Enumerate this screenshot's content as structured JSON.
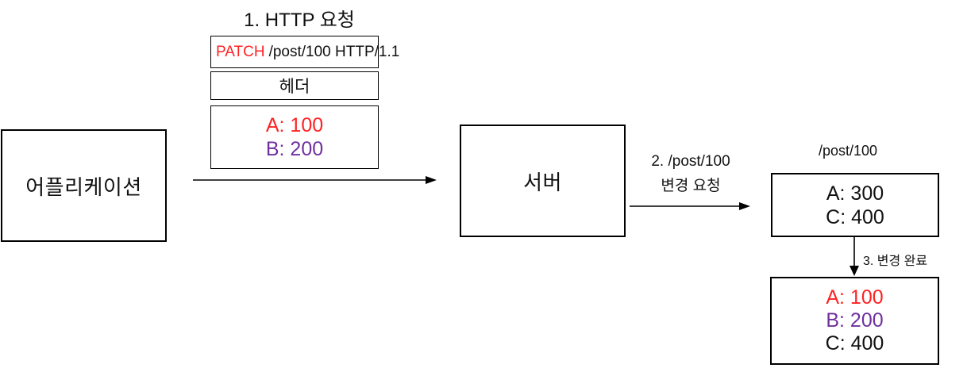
{
  "colors": {
    "red": "#ff2222",
    "purple": "#7030a0",
    "black": "#111111",
    "border": "#000000",
    "background": "#ffffff"
  },
  "http_request": {
    "title": "1. HTTP 요청",
    "request_line": {
      "method": "PATCH",
      "target": "/post/100 HTTP/1.1"
    },
    "header_label": "헤더",
    "body": {
      "line1": "A: 100",
      "line2": "B: 200"
    }
  },
  "nodes": {
    "application": "어플리케이션",
    "server": "서버"
  },
  "step2": {
    "line1": "2. /post/100",
    "line2": "변경 요청"
  },
  "resource": {
    "path_label": "/post/100",
    "before": {
      "line1": "A: 300",
      "line2": "C: 400"
    },
    "step3_label": "3. 변경 완료",
    "after": {
      "line1": "A: 100",
      "line2": "B: 200",
      "line3": "C: 400"
    }
  }
}
